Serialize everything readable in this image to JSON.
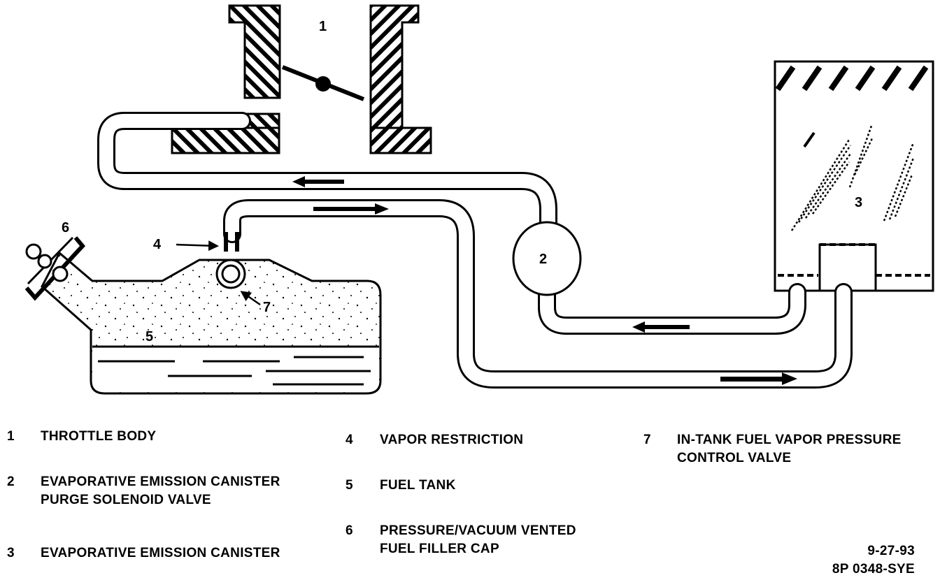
{
  "diagram": {
    "callouts": {
      "c1": "1",
      "c2": "2",
      "c3": "3",
      "c4": "4",
      "c5": "5",
      "c6": "6",
      "c7": "7"
    }
  },
  "legend": [
    {
      "num": "1",
      "text": "THROTTLE BODY"
    },
    {
      "num": "2",
      "text": "EVAPORATIVE EMISSION CANISTER\nPURGE SOLENOID VALVE"
    },
    {
      "num": "3",
      "text": "EVAPORATIVE EMISSION CANISTER"
    },
    {
      "num": "4",
      "text": "VAPOR RESTRICTION"
    },
    {
      "num": "5",
      "text": "FUEL TANK"
    },
    {
      "num": "6",
      "text": "PRESSURE/VACUUM VENTED\nFUEL FILLER CAP"
    },
    {
      "num": "7",
      "text": "IN-TANK FUEL VAPOR PRESSURE\nCONTROL VALVE"
    }
  ],
  "reference": {
    "date": "9-27-93",
    "code": "8P 0348-SYE"
  }
}
